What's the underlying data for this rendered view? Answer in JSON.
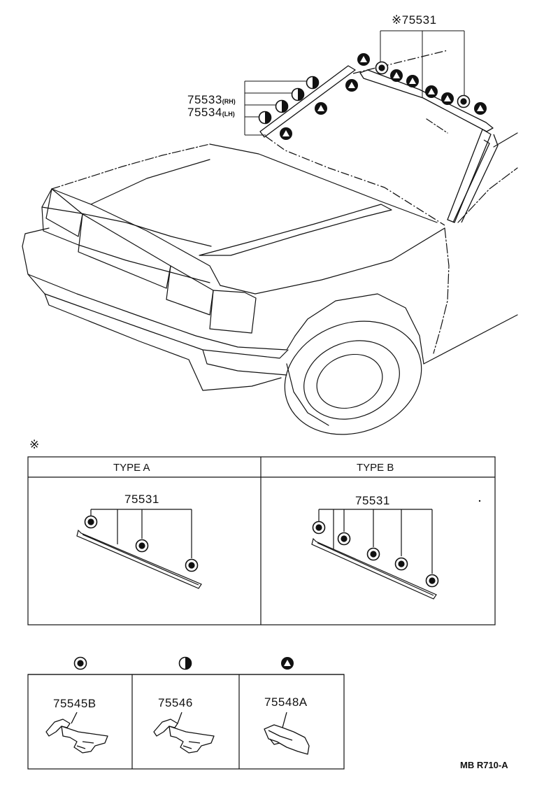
{
  "top": {
    "asterisk_part": "※75531",
    "rh_part": "75533",
    "rh_suffix": "(RH)",
    "lh_part": "75534",
    "lh_suffix": "(LH)"
  },
  "note_mark": "※",
  "types": [
    {
      "header": "TYPE A",
      "part_number": "75531"
    },
    {
      "header": "TYPE B",
      "part_number": "75531"
    }
  ],
  "clips": [
    {
      "symbol": "filled-circle-icon",
      "part_number": "75545B"
    },
    {
      "symbol": "half-circle-icon",
      "part_number": "75546"
    },
    {
      "symbol": "triangle-circle-icon",
      "part_number": "75548A"
    }
  ],
  "diagram_code": "MB R710-A"
}
